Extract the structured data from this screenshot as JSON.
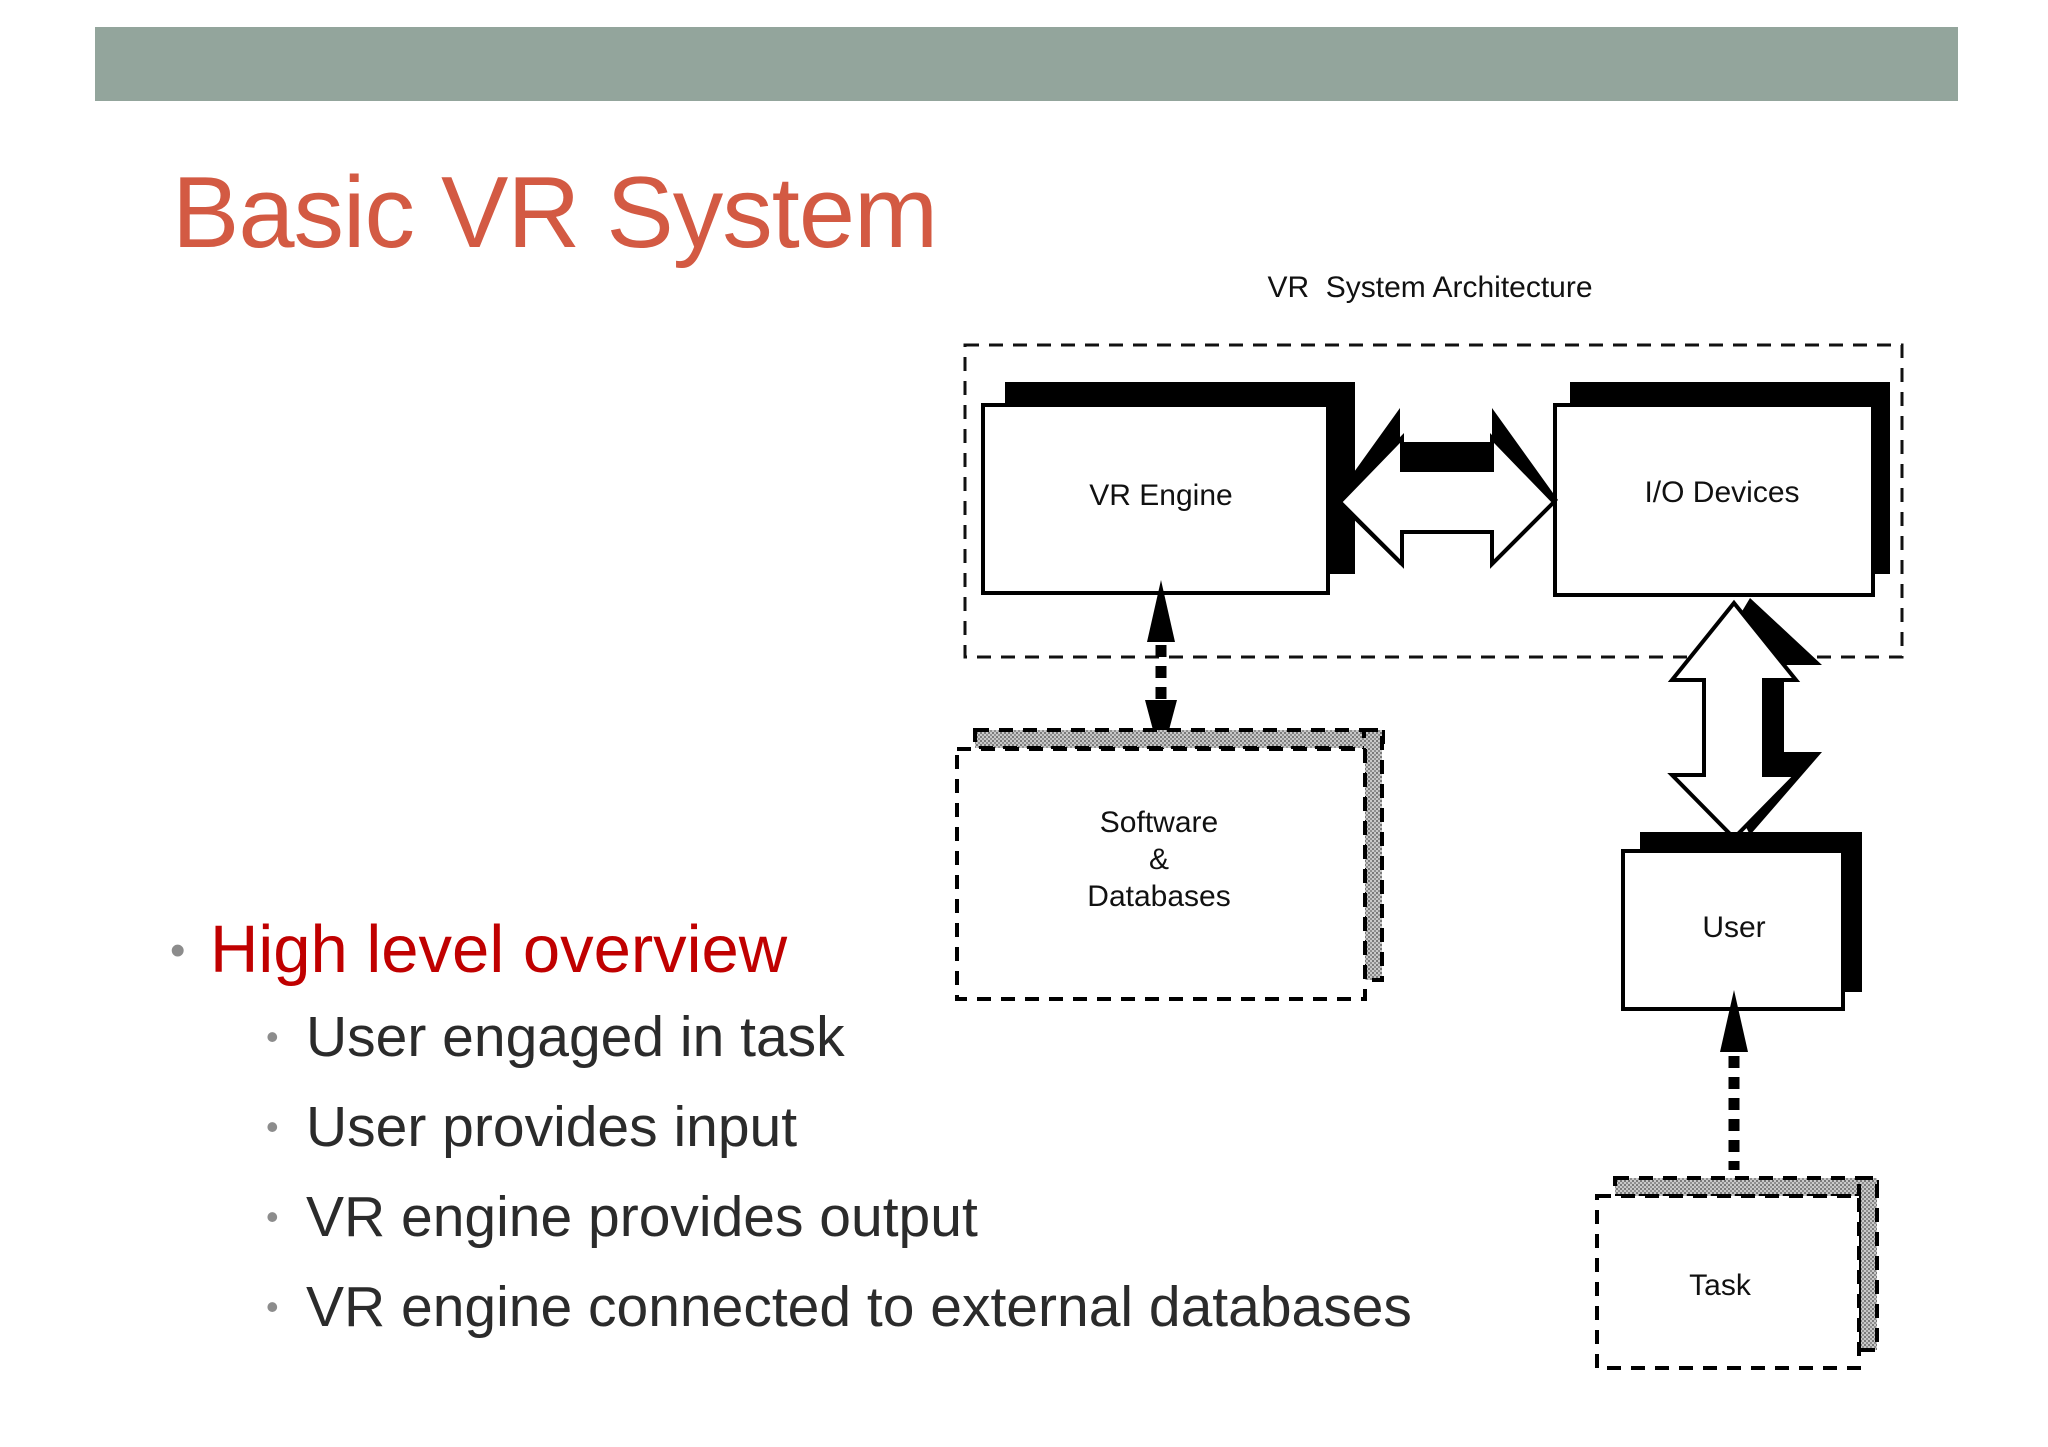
{
  "slide": {
    "title": "Basic VR System",
    "bullets": {
      "main": "High level overview",
      "sub": [
        "User engaged in task",
        "User provides input",
        "VR engine provides output",
        "VR engine connected to external databases"
      ]
    }
  },
  "diagram": {
    "title": "VR  System Architecture",
    "nodes": {
      "vr_engine": "VR Engine",
      "io_devices": "I/O Devices",
      "software_line1": "Software",
      "software_line2": "&",
      "software_line3": "Databases",
      "user": "User",
      "task": "Task"
    }
  },
  "colors": {
    "title": "#d35a43",
    "bullet_main": "#c00000",
    "bullet_sub": "#2b2b2b",
    "band": "#93a59c"
  }
}
